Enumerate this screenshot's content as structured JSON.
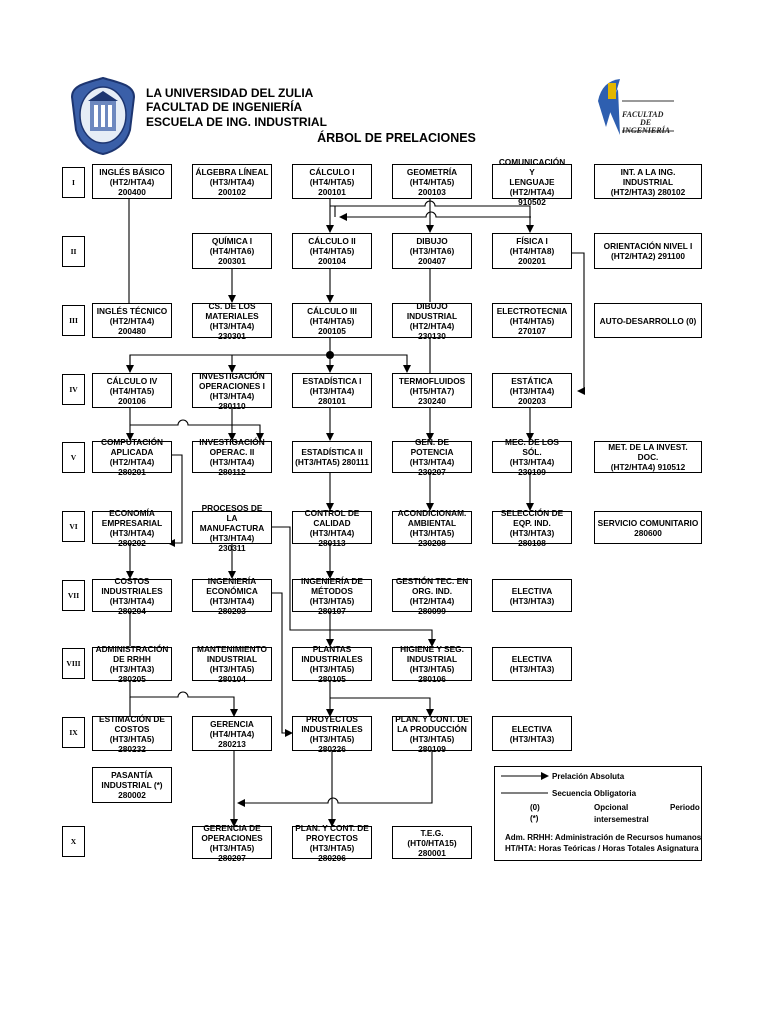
{
  "header": {
    "university": "LA UNIVERSIDAD DEL ZULIA",
    "faculty": "FACULTAD DE INGENIERÍA",
    "school": "ESCUELA DE ING. INDUSTRIAL",
    "title": "ÁRBOL DE PRELACIONES",
    "logo_right_text_1": "FACULTAD",
    "logo_right_text_2": "DE",
    "logo_right_text_3": "INGENIERÍA"
  },
  "semesters": [
    "I",
    "II",
    "III",
    "IV",
    "V",
    "VI",
    "VII",
    "VIII",
    "IX",
    "X"
  ],
  "courses": {
    "r1c1": "INGLÉS BÁSICO\n(HT2/HTA4) 200400",
    "r1c2": "ÁLGEBRA LÍNEAL\n(HT3/HTA4) 200102",
    "r1c3": "CÁLCULO I\n(HT4/HTA5) 200101",
    "r1c4": "GEOMETRÍA\n(HT4/HTA5) 200103",
    "r1c5": "COMUNICACIÓN Y\nLENGUAJE\n(HT2/HTA4) 910502",
    "r1c6": "INT. A LA ING. INDUSTRIAL\n(HT2/HTA3) 280102",
    "r2c2": "QUÍMICA I\n(HT4/HTA6) 200301",
    "r2c3": "CÁLCULO II\n(HT4/HTA5) 200104",
    "r2c4": "DIBUJO (HT3/HTA6)\n200407",
    "r2c5": "FÍSICA I (HT4/HTA8)\n200201",
    "r2c6": "ORIENTACIÓN NIVEL I\n(HT2/HTA2) 291100",
    "r3c1": "INGLÉS TÉCNICO\n(HT2/HTA4) 200480",
    "r3c2": "CS. DE LOS\nMATERIALES\n(HT3/HTA4) 230301",
    "r3c3": "CÁLCULO III\n(HT4/HTA5) 200105",
    "r3c4": "DIBUJO\nINDUSTRIAL\n(HT2/HTA4) 230130",
    "r3c5": "ELECTROTECNIA\n(HT4/HTA5) 270107",
    "r3c6": "AUTO-DESARROLLO (0)",
    "r4c1": "CÁLCULO IV\n(HT4/HTA5) 200106",
    "r4c2": "INVESTIGACIÓN\nOPERACIONES I\n(HT3/HTA4) 280110",
    "r4c3": "ESTADÍSTICA I\n(HT3/HTA4) 280101",
    "r4c4": "TERMOFLUIDOS\n(HT5/HTA7) 230240",
    "r4c5": "ESTÁTICA\n(HT3/HTA4) 200203",
    "r5c1": "COMPUTACIÓN\nAPLICADA\n(HT2/HTA4) 280201",
    "r5c2": "INVESTIGACIÓN\nOPERAC. II\n(HT3/HTA4) 280112",
    "r5c3": "ESTADÍSTICA II\n(HT3/HTA5) 280111",
    "r5c4": "GEN. DE POTENCIA\n(HT3/HTA4) 230207",
    "r5c5": "MEC. DE LOS SÓL.\n(HT3/HTA4) 230109",
    "r5c6": "MET. DE LA INVEST. DOC.\n(HT2/HTA4) 910512",
    "r6c1": "ECONOMÍA\nEMPRESARIAL\n(HT3/HTA4) 280202",
    "r6c2": "PROCESOS DE LA\nMANUFACTURA\n(HT3/HTA4) 230311",
    "r6c3": "CONTROL DE\nCALIDAD\n(HT3/HTA4) 280113",
    "r6c4": "ACONDICIONAM.\nAMBIENTAL\n(HT3/HTA5) 230208",
    "r6c5": "SELECCIÓN DE\nEQP. IND.\n(HT3/HTA3) 280108",
    "r6c6": "SERVICIO COMUNITARIO\n280600",
    "r7c1": "COSTOS\nINDUSTRIALES\n(HT3/HTA4) 280204",
    "r7c2": "INGENIERÍA\nECONÓMICA\n(HT3/HTA4) 280203",
    "r7c3": "INGENIERÍA DE\nMÉTODOS\n(HT3/HTA5) 280107",
    "r7c4": "GESTIÓN TEC. EN\nORG. IND.\n(HT2/HTA4) 280099",
    "r7c5": "ELECTIVA\n(HT3/HTA3)",
    "r8c1": "ADMINISTRACIÓN\nDE RRHH\n(HT3/HTA3) 280205",
    "r8c2": "MANTENIMIENTO\nINDUSTRIAL\n(HT3/HTA5) 280104",
    "r8c3": "PLANTAS\nINDUSTRIALES\n(HT3/HTA5) 280105",
    "r8c4": "HIGIENE Y SEG.\nINDUSTRIAL\n(HT3/HTA5) 280106",
    "r8c5": "ELECTIVA\n(HT3/HTA3)",
    "r9c1": "ESTIMACIÓN DE\nCOSTOS (HT3/HTA5)\n280232",
    "r9c2": "GERENCIA\n(HT4/HTA4) 280213",
    "r9c3": "PROYECTOS\nINDUSTRIALES\n(HT3/HTA5) 280226",
    "r9c4": "PLAN. Y CONT. DE\nLA PRODUCCIÓN\n(HT3/HTA5) 280109",
    "r9c5": "ELECTIVA\n(HT3/HTA3)",
    "pasantia": "PASANTÍA\nINDUSTRIAL (*)\n280002",
    "r10c2": "GERENCIA DE\nOPERACIONES\n(HT3/HTA5) 280207",
    "r10c3": "PLAN. Y CONT. DE\nPROYECTOS\n(HT3/HTA5) 280206",
    "r10c4": "T.E.G. (HT0/HTA15)\n280001"
  },
  "legend": {
    "absolute": "Prelación Absoluta",
    "mandatory": "Secuencia Obligatoria",
    "opt_sym": "(0)",
    "opt_label": "Opcional",
    "period_label": "Periodo",
    "inter_sym": "(*)",
    "inter_label": "intersemestral",
    "note1": "Adm. RRHH: Administración de Recursos humanos",
    "note2": "HT/HTA: Horas Teóricas / Horas Totales Asignatura"
  }
}
